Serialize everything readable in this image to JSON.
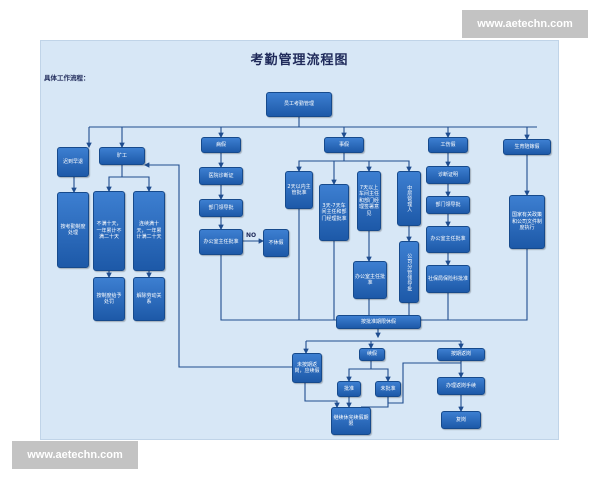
{
  "diagram": {
    "title": "考勤管理流程图",
    "subtitle": "具体工作流程：",
    "no_label": "NO",
    "nodes": {
      "root": "员工考勤管理",
      "late": "迟到早退",
      "absent": "旷工",
      "sick": "病假",
      "personal": "事假",
      "injury": "工伤假",
      "maternity": "生育陪嫁假",
      "late_rule": "按考勤制度处理",
      "absent_short": "不满十天，一年累计不满二十天",
      "absent_long": "连续满十天，一年累计满二十天",
      "absent_short_result": "按制度给予处罚",
      "absent_long_result": "解除劳动关系",
      "sick_cert": "医院诊断证",
      "sick_leader": "部门领导批",
      "sick_office": "办公室主任批准",
      "reject": "不休假",
      "p_two_days": "2天以内主管批准",
      "p_three_seven": "3天-7天车间主任和部门经理批准",
      "p_over_seven": "7天以上车间主任和部门经理签署意见",
      "p_mid_mgr": "中层管理人",
      "p_office": "办公室主任批准",
      "p_company": "公司分管领导批",
      "i_cert": "诊断证明",
      "i_leader": "部门领导批",
      "i_office": "办公室主任批准",
      "i_social": "社保局保险科批准",
      "m_policy": "国家有关政策和公司文件制度执行",
      "confirm": "按批准期限休假",
      "unreturned": "未按期返岗，应续假",
      "extend": "续假",
      "approved": "批准",
      "not_approved": "未批准",
      "continue_leave": "继续休完续假期限",
      "return": "按期返岗",
      "return_proc": "办理返岗手续",
      "resume": "复岗"
    }
  },
  "colors": {
    "node": "#2a68b8",
    "line": "#1f4d8f",
    "sheet": "#d7e7f6"
  },
  "watermark": {
    "top": "www.aetechn.com",
    "bottom": "www.aetechn.com"
  }
}
